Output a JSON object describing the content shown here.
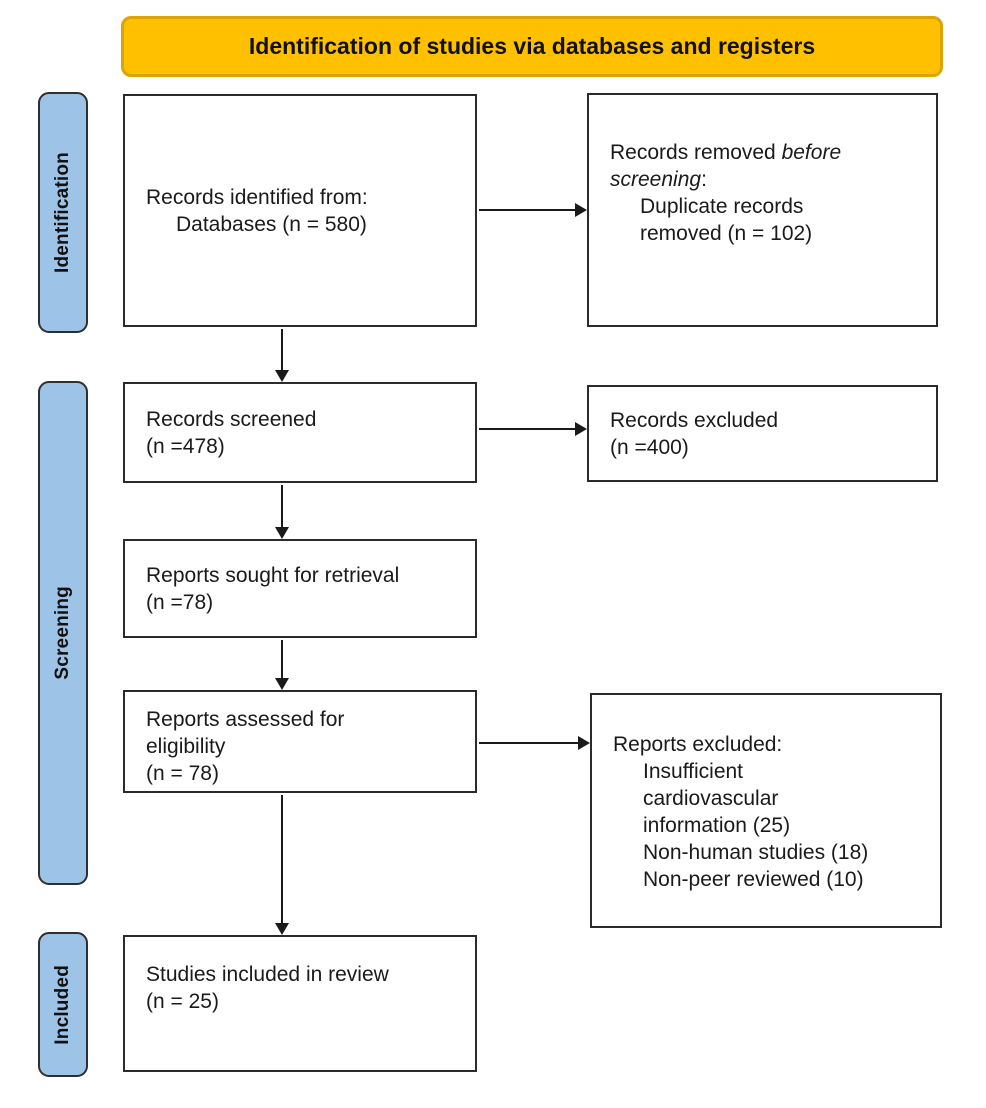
{
  "title_banner": "Identification of studies via databases and registers",
  "stages": [
    {
      "label": "Identification"
    },
    {
      "label": "Screening"
    },
    {
      "label": "Included"
    }
  ],
  "boxes": {
    "records_identified": {
      "line1": "Records identified from:",
      "line2": "Databases (n = 580)"
    },
    "records_removed": {
      "lead": "Records removed ",
      "italic1": "before",
      "italic2": "screening",
      "colon": ":",
      "item1": "Duplicate records",
      "item2": "removed (n = 102)"
    },
    "records_screened": {
      "line1": "Records screened",
      "line2": "(n =478)"
    },
    "records_excluded": {
      "line1": "Records excluded",
      "line2": "(n =400)"
    },
    "reports_sought": {
      "line1": "Reports sought for retrieval",
      "line2": "(n =78)"
    },
    "reports_assessed": {
      "line1": "Reports assessed for",
      "line2": "eligibility",
      "line3": "(n = 78)"
    },
    "reports_excluded": {
      "header": "Reports excluded:",
      "items": [
        "Insufficient",
        "cardiovascular",
        "information (25)",
        "Non-human studies (18)",
        "Non-peer reviewed (10)"
      ]
    },
    "studies_included": {
      "line1": "Studies included in review",
      "line2": "(n = 25)"
    }
  },
  "colors": {
    "banner_fill": "#FFC000",
    "banner_border": "#DCA302",
    "stage_fill": "#9DC3E6",
    "stage_border": "#2F2F2F",
    "box_border": "#2B2B2B",
    "arrow": "#1A1A1A"
  }
}
